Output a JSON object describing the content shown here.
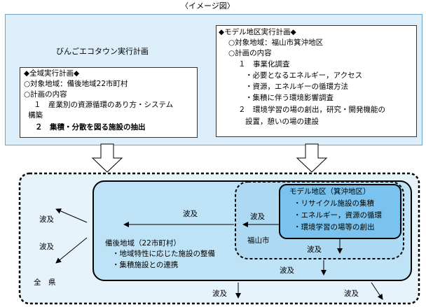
{
  "caption": "〈イメージ図〉",
  "top": {
    "left_title": "びんごエコタウン実行計画",
    "plan_all": {
      "heading": "◆全域実行計画◆",
      "target": "○対象地域：備後地域22市町村",
      "content_head": "○計画の内容",
      "item1_line1": "１　産業別の資源循環のあり方・システム",
      "item1_line2": "構築",
      "item2": "２　集積・分散を図る施設の抽出"
    },
    "plan_model": {
      "heading": "◆モデル地区実行計画◆",
      "target": "○対象地域：福山市箕沖地区",
      "content_head": "○計画の内容",
      "item1": "１　事業化調査",
      "sub1": "・必要となるエネルギー，アクセス",
      "sub2": "・資源，エネルギーの循環方法",
      "sub3": "・集積に伴う環境影響調査",
      "item2_line1": "２　環境学習の場の創出，研究・開発機能の",
      "item2_line2": "設置，憩いの場の建設"
    }
  },
  "bottom": {
    "model_area": {
      "title": "モデル地区（箕沖地区）",
      "item1": "・リサイクル施設の集積",
      "item2": "・エネルギー，資源の循環",
      "item3": "・環境学習の場等の創出"
    },
    "fukuyama": "福山市",
    "bingo": {
      "title": "備後地域（22市町村）",
      "item1": "・地域特性に応じた施設の整備",
      "item2": "・集積施設との連携"
    },
    "prefecture": "全　県",
    "spread": "波及"
  }
}
